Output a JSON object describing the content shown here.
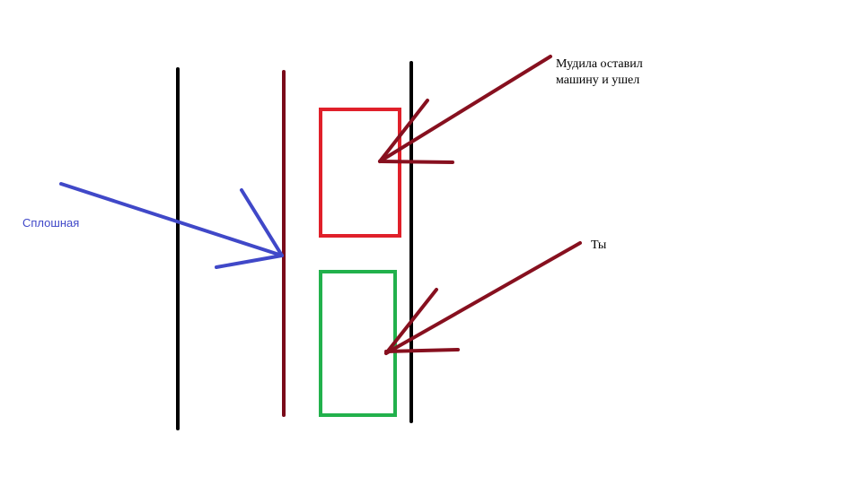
{
  "labels": {
    "solid_line": "Сплошная",
    "driver_line1": "Мудила оставил",
    "driver_line2": "машину и ушел",
    "you": "Ты"
  },
  "colors": {
    "background": "#ffffff",
    "lane_line": "#000000",
    "solid_line": "#7a0a1a",
    "arrow_dark_red": "#87101f",
    "arrow_blue": "#4048c8",
    "parked_car": "#e0202a",
    "your_car": "#22b14c",
    "label_blue": "#4048c8",
    "label_black": "#000000"
  },
  "shapes": {
    "parked_car": "red-rectangle",
    "your_car": "green-rectangle",
    "arrows": "hand-drawn-arrows"
  }
}
